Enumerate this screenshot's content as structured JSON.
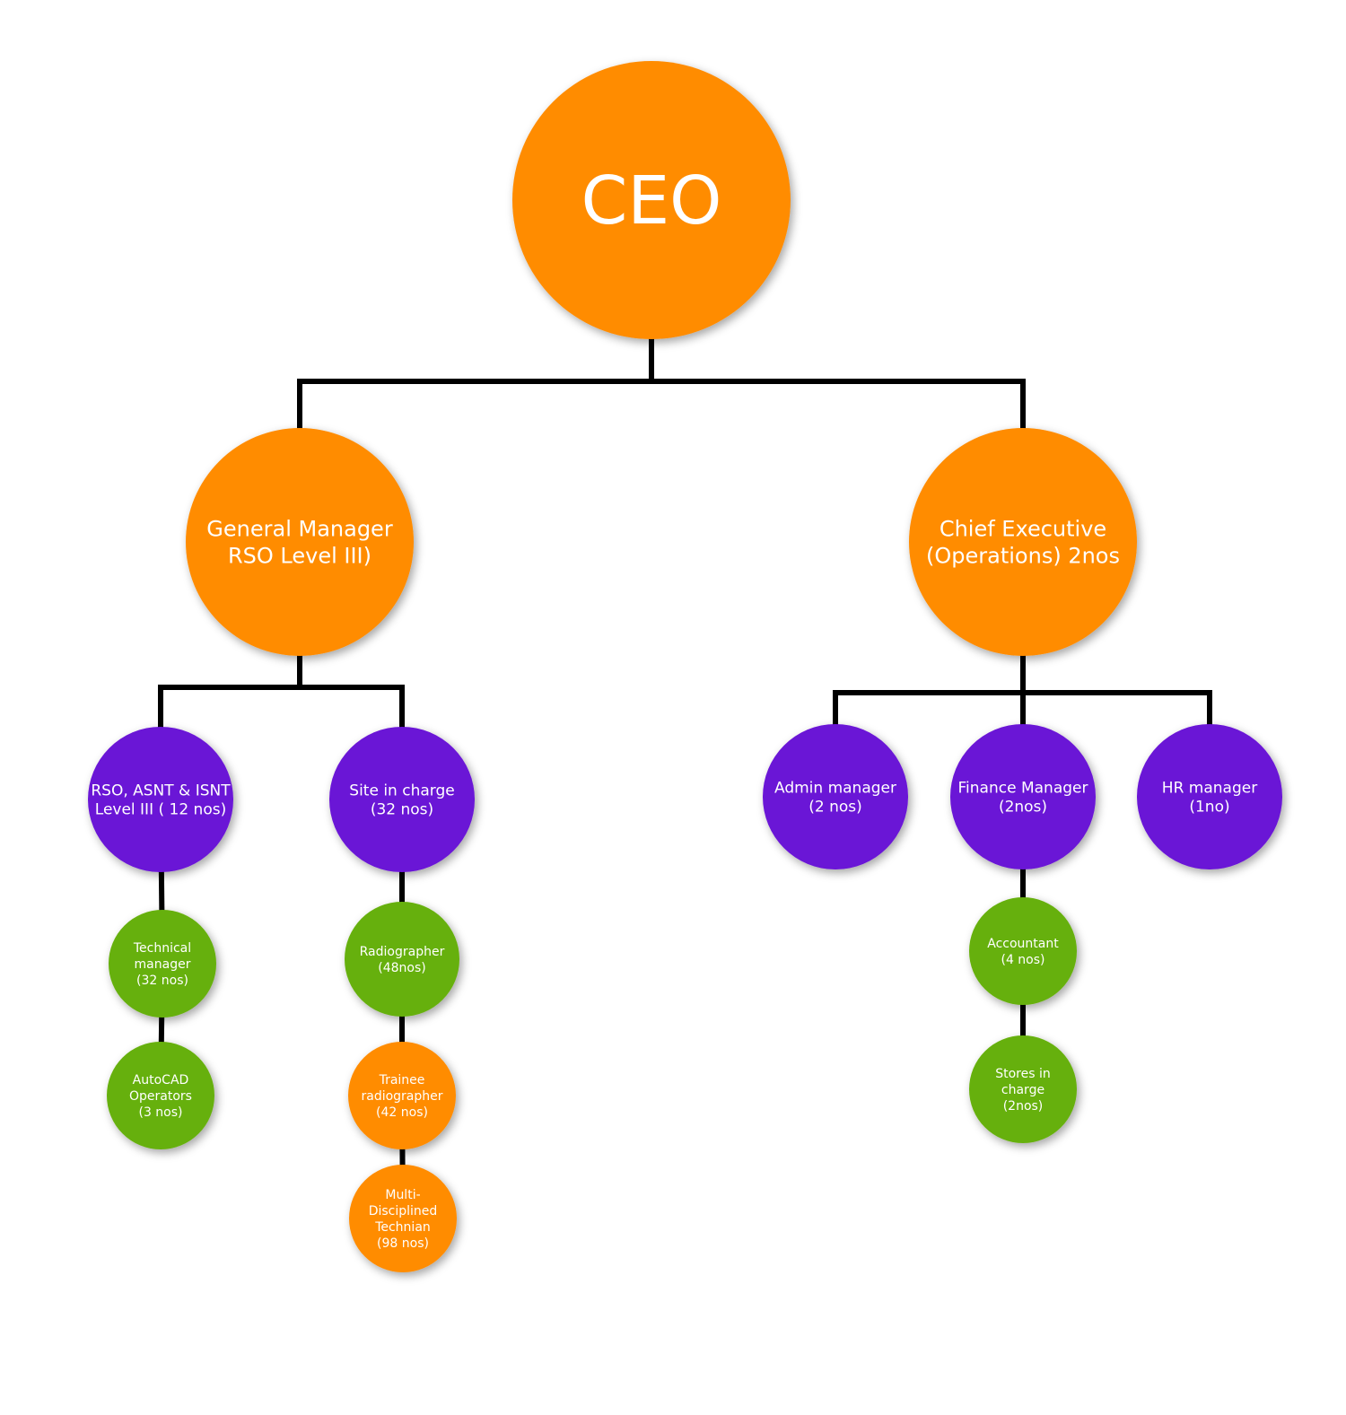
{
  "colors": {
    "orange": "#ff8c00",
    "purple": "#6a12d6",
    "green": "#66b00a",
    "connector": "#000000",
    "text": "#ffffff"
  },
  "nodes": [
    {
      "id": "ceo",
      "lines": [
        "CEO"
      ],
      "color": "orange"
    },
    {
      "id": "gm",
      "lines": [
        "General Manager",
        "RSO Level III)"
      ],
      "color": "orange"
    },
    {
      "id": "chief-exec",
      "lines": [
        "Chief Executive",
        "(Operations) 2nos"
      ],
      "color": "orange"
    },
    {
      "id": "rso",
      "lines": [
        "RSO, ASNT & ISNT",
        "Level III ( 12 nos)"
      ],
      "color": "purple"
    },
    {
      "id": "site-in-charge",
      "lines": [
        "Site in charge",
        "(32 nos)"
      ],
      "color": "purple"
    },
    {
      "id": "technical-manager",
      "lines": [
        "Technical",
        "manager",
        "(32 nos)"
      ],
      "color": "green"
    },
    {
      "id": "autocad-operators",
      "lines": [
        "AutoCAD",
        "Operators",
        "(3 nos)"
      ],
      "color": "green"
    },
    {
      "id": "radiographer",
      "lines": [
        "Radiographer",
        "(48nos)"
      ],
      "color": "green"
    },
    {
      "id": "trainee-radiographer",
      "lines": [
        "Trainee",
        "radiographer",
        "(42 nos)"
      ],
      "color": "orange"
    },
    {
      "id": "multi-disciplined-technician",
      "lines": [
        "Multi-",
        "Disciplined",
        "Technian",
        "(98 nos)"
      ],
      "color": "orange"
    },
    {
      "id": "admin-manager",
      "lines": [
        "Admin manager",
        "(2 nos)"
      ],
      "color": "purple"
    },
    {
      "id": "finance-manager",
      "lines": [
        "Finance Manager",
        "(2nos)"
      ],
      "color": "purple"
    },
    {
      "id": "hr-manager",
      "lines": [
        "HR manager",
        "(1no)"
      ],
      "color": "purple"
    },
    {
      "id": "accountant",
      "lines": [
        "Accountant",
        "(4 nos)"
      ],
      "color": "green"
    },
    {
      "id": "stores-in-charge",
      "lines": [
        "Stores in",
        "charge",
        "(2nos)"
      ],
      "color": "green"
    }
  ],
  "edges": [
    {
      "from": "ceo",
      "to": "gm"
    },
    {
      "from": "ceo",
      "to": "chief-exec"
    },
    {
      "from": "gm",
      "to": "rso"
    },
    {
      "from": "gm",
      "to": "site-in-charge"
    },
    {
      "from": "chief-exec",
      "to": "admin-manager"
    },
    {
      "from": "chief-exec",
      "to": "finance-manager"
    },
    {
      "from": "chief-exec",
      "to": "hr-manager"
    },
    {
      "from": "rso",
      "to": "technical-manager"
    },
    {
      "from": "technical-manager",
      "to": "autocad-operators"
    },
    {
      "from": "site-in-charge",
      "to": "radiographer"
    },
    {
      "from": "radiographer",
      "to": "trainee-radiographer"
    },
    {
      "from": "trainee-radiographer",
      "to": "multi-disciplined-technician"
    },
    {
      "from": "finance-manager",
      "to": "accountant"
    },
    {
      "from": "accountant",
      "to": "stores-in-charge"
    }
  ]
}
